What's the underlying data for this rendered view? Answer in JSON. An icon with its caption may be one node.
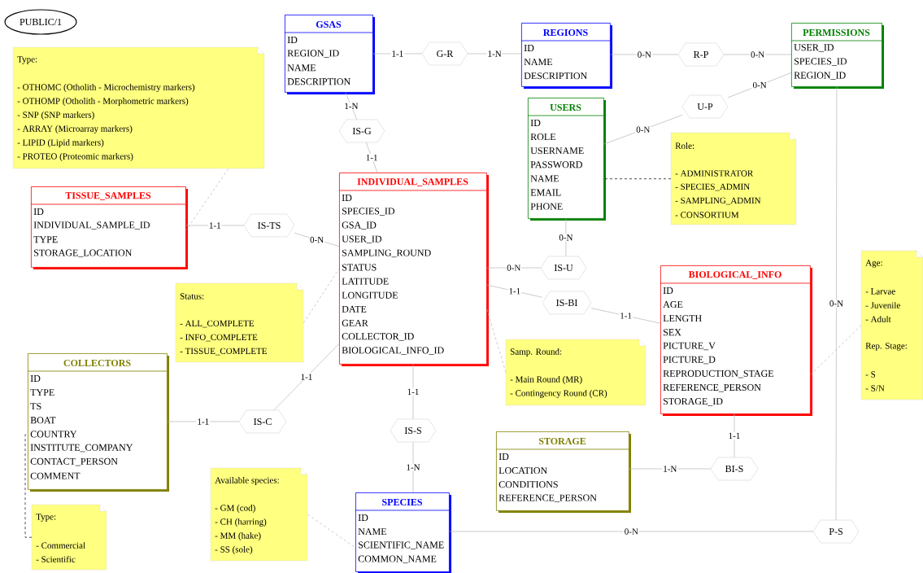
{
  "diagram": {
    "nodes": [
      {
        "text": [
          "PUBLIC/1"
        ]
      },
      {
        "text": [
          "GSAS",
          "ID",
          "REGION_ID",
          "NAME",
          "DESCRIPTION"
        ]
      },
      {
        "text": [
          "G-R"
        ]
      },
      {
        "text": [
          "REGIONS",
          "ID",
          "NAME",
          "DESCRIPTION"
        ]
      },
      {
        "text": [
          "R-P"
        ]
      },
      {
        "text": [
          "PERMISSIONS",
          "USER_ID",
          "SPECIES_ID",
          "REGION_ID"
        ]
      },
      {
        "text": [
          "Type:",
          "- OTHOMC (Otholith - Microchemistry markers)",
          "- OTHOMP (Otholith - Morphometric markers)",
          "- SNP (SNP markers)",
          "- ARRAY (Microarray markers)",
          "- LIPID (Lipid markers)",
          "- PROTEO (Proteomic markers)"
        ]
      },
      {
        "text": [
          "IS-G"
        ]
      },
      {
        "text": [
          "U-P"
        ]
      },
      {
        "text": [
          "USERS",
          "ID",
          "ROLE",
          "USERNAME",
          "PASSWORD",
          "NAME",
          "EMAIL",
          "PHONE"
        ]
      },
      {
        "text": [
          "Role:",
          "- ADMINISTRATOR",
          "- SPECIES_ADMIN",
          "- SAMPLING_ADMIN",
          "- CONSORTIUM"
        ]
      },
      {
        "text": [
          "TISSUE_SAMPLES",
          "ID",
          "INDIVIDUAL_SAMPLE_ID",
          "TYPE",
          "STORAGE_LOCATION"
        ]
      },
      {
        "text": [
          "IS-TS"
        ]
      },
      {
        "text": [
          "INDIVIDUAL_SAMPLES",
          "ID",
          "SPECIES_ID",
          "GSA_ID",
          "USER_ID",
          "SAMPLING_ROUND",
          "STATUS",
          "LATITUDE",
          "LONGITUDE",
          "DATE",
          "GEAR",
          "COLLECTOR_ID",
          "BIOLOGICAL_INFO_ID"
        ]
      },
      {
        "text": [
          "IS-U"
        ]
      },
      {
        "text": [
          "Status:",
          "- ALL_COMPLETE",
          "- INFO_COMPLETE",
          "- TISSUE_COMPLETE"
        ]
      },
      {
        "text": [
          "IS-BI"
        ]
      },
      {
        "text": [
          "BIOLOGICAL_INFO",
          "ID",
          "AGE",
          "LENGTH",
          "SEX",
          "PICTURE_V",
          "PICTURE_D",
          "REPRODUCTION_STAGE",
          "REFERENCE_PERSON",
          "STORAGE_ID"
        ]
      },
      {
        "text": [
          "Age:",
          "- Larvae",
          "- Juvenile",
          "- Adult",
          "Rep. Stage:",
          "- S",
          "- S/N"
        ]
      },
      {
        "text": [
          "Samp. Round:",
          "- Main Round (MR)",
          "- Contingency Round (CR)"
        ]
      },
      {
        "text": [
          "COLLECTORS",
          "ID",
          "TYPE",
          "TS",
          "BOAT",
          "COUNTRY",
          "INSTITUTE_COMPANY",
          "CONTACT_PERSON",
          "COMMENT"
        ]
      },
      {
        "text": [
          "IS-C"
        ]
      },
      {
        "text": [
          "IS-S"
        ]
      },
      {
        "text": [
          "STORAGE",
          "ID",
          "LOCATION",
          "CONDITIONS",
          "REFERENCE_PERSON"
        ]
      },
      {
        "text": [
          "BI-S"
        ]
      },
      {
        "text": [
          "Available species:",
          "- GM (cod)",
          "- CH (harring)",
          "- MM (hake)",
          "- SS (sole)"
        ]
      },
      {
        "text": [
          "Type:",
          "- Commercial",
          "- Scientific"
        ]
      },
      {
        "text": [
          "SPECIES",
          "ID",
          "NAME",
          "SCIENTIFIC_NAME",
          "COMMON_NAME"
        ]
      },
      {
        "text": [
          "P-S"
        ]
      }
    ],
    "edges": [
      {
        "from": 1,
        "to": 2,
        "arrow": "none",
        "label": "1-1"
      },
      {
        "from": 2,
        "to": 3,
        "arrow": "none",
        "label": "1-N"
      },
      {
        "from": 3,
        "to": 4,
        "arrow": "none",
        "label": "0-N"
      },
      {
        "from": 4,
        "to": 5,
        "arrow": "none",
        "label": "0-N"
      },
      {
        "from": 9,
        "to": 8,
        "arrow": "none",
        "label": "0-N"
      },
      {
        "from": 8,
        "to": 5,
        "arrow": "none",
        "label": "0-N"
      },
      {
        "from": 1,
        "to": 7,
        "arrow": "none",
        "label": "1-N"
      },
      {
        "from": 7,
        "to": 13,
        "arrow": "none",
        "label": "1-1"
      },
      {
        "from": 11,
        "to": 12,
        "arrow": "none",
        "label": "1-1"
      },
      {
        "from": 12,
        "to": 13,
        "arrow": "none",
        "label": "0-N"
      },
      {
        "from": 13,
        "to": 14,
        "arrow": "none",
        "label": "0-N"
      },
      {
        "from": 9,
        "to": 14,
        "arrow": "none",
        "label": "0-N"
      },
      {
        "from": 13,
        "to": 16,
        "arrow": "none",
        "label": "1-1"
      },
      {
        "from": 16,
        "to": 17,
        "arrow": "none",
        "label": "1-1"
      },
      {
        "from": 20,
        "to": 21,
        "arrow": "none",
        "label": "1-1"
      },
      {
        "from": 21,
        "to": 13,
        "arrow": "none",
        "label": "1-1"
      },
      {
        "from": 13,
        "to": 22,
        "arrow": "none",
        "label": "1-1"
      },
      {
        "from": 22,
        "to": 27,
        "arrow": "none",
        "label": "1-N"
      },
      {
        "from": 17,
        "to": 24,
        "arrow": "none",
        "label": "1-1"
      },
      {
        "from": 23,
        "to": 24,
        "arrow": "none",
        "label": "1-N"
      },
      {
        "from": 5,
        "to": 28,
        "arrow": "none",
        "label": "0-N"
      },
      {
        "from": 27,
        "to": 28,
        "arrow": "none",
        "label": "0-N"
      },
      {
        "from": 6,
        "to": 11,
        "arrow": "none",
        "style": "dashed"
      },
      {
        "from": 10,
        "to": 9,
        "arrow": "none",
        "style": "dashed",
        "color": "#000000"
      },
      {
        "from": 15,
        "to": 13,
        "arrow": "none",
        "style": "dashed"
      },
      {
        "from": 19,
        "to": 13,
        "arrow": "none",
        "style": "dashed"
      },
      {
        "from": 18,
        "to": 17,
        "arrow": "none",
        "style": "dashed"
      },
      {
        "from": 25,
        "to": 27,
        "arrow": "none",
        "style": "dashed"
      },
      {
        "from": 26,
        "to": 20,
        "arrow": "none",
        "style": "dashed",
        "color": "#000000"
      }
    ]
  }
}
